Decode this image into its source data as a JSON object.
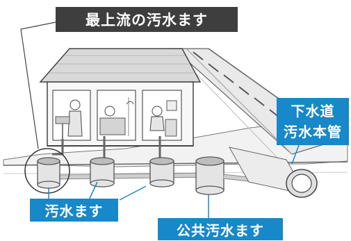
{
  "labels": {
    "top_masu": "最上流の汚水ます",
    "main_pipe_line1": "下水道",
    "main_pipe_line2": "汚水本管",
    "osui_masu": "汚水ます",
    "public_masu": "公共汚水ます"
  },
  "colors": {
    "label_dark": "#3e3e3e",
    "label_blue": "#1788c9",
    "line": "#555555"
  },
  "icons": [
    "house-illustration",
    "road-illustration",
    "manhole-icon",
    "sewer-main-pipe-icon",
    "person-icon"
  ]
}
